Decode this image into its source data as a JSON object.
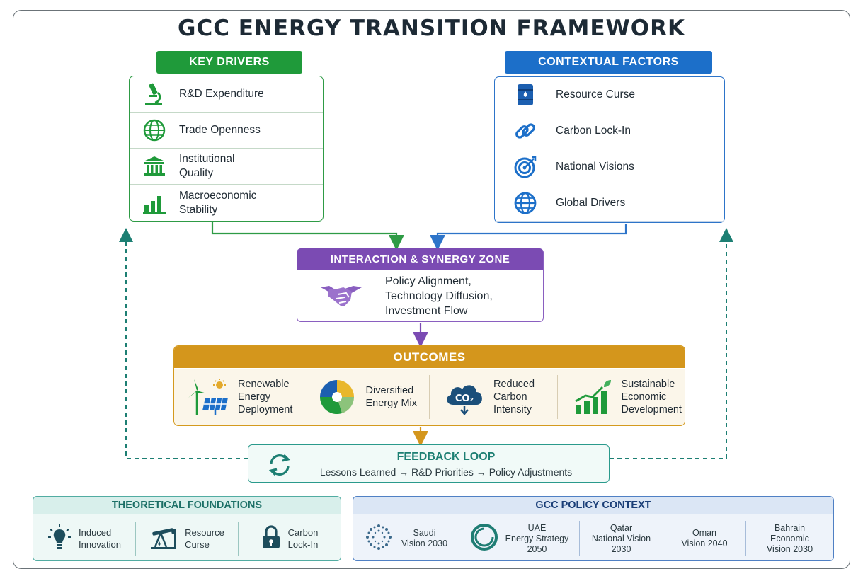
{
  "title": "GCC ENERGY TRANSITION FRAMEWORK",
  "key_drivers": {
    "header": "KEY DRIVERS",
    "items": [
      {
        "label": "R&D Expenditure",
        "icon": "microscope-icon"
      },
      {
        "label": "Trade Openness",
        "icon": "globe-icon"
      },
      {
        "label": "Institutional Quality",
        "icon": "institution-icon"
      },
      {
        "label": "Macroeconomic Stability",
        "icon": "bar-chart-icon"
      }
    ]
  },
  "contextual_factors": {
    "header": "CONTEXTUAL FACTORS",
    "items": [
      {
        "label": "Resource Curse",
        "icon": "oil-barrel-icon"
      },
      {
        "label": "Carbon Lock-In",
        "icon": "chain-link-icon"
      },
      {
        "label": "National Visions",
        "icon": "target-icon"
      },
      {
        "label": "Global Drivers",
        "icon": "globe-icon"
      }
    ]
  },
  "synergy": {
    "header": "INTERACTION & SYNERGY ZONE",
    "line1": "Policy Alignment,",
    "line2": "Technology Diffusion,",
    "line3": "Investment Flow",
    "icon": "handshake-icon"
  },
  "outcomes": {
    "header": "OUTCOMES",
    "items": [
      {
        "l1": "Renewable",
        "l2": "Energy",
        "l3": "Deployment",
        "icon": "renewables-icon"
      },
      {
        "l1": "Diversified",
        "l2": "Energy Mix",
        "l3": "",
        "icon": "pie-chart-icon"
      },
      {
        "l1": "Reduced",
        "l2": "Carbon",
        "l3": "Intensity",
        "icon": "co2-cloud-icon"
      },
      {
        "l1": "Sustainable",
        "l2": "Economic",
        "l3": "Development",
        "icon": "growth-chart-icon"
      }
    ]
  },
  "feedback": {
    "title": "FEEDBACK LOOP",
    "text": "Lessons Learned → R&D Priorities → Policy Adjustments",
    "icon": "refresh-cycle-icon"
  },
  "theoretical_foundations": {
    "header": "THEORETICAL FOUNDATIONS",
    "items": [
      {
        "l1": "Induced",
        "l2": "Innovation",
        "icon": "lightbulb-icon"
      },
      {
        "l1": "Resource",
        "l2": "Curse",
        "icon": "oil-pump-icon"
      },
      {
        "l1": "Carbon",
        "l2": "Lock-In",
        "icon": "padlock-icon"
      }
    ]
  },
  "gcc_policy_context": {
    "header": "GCC POLICY CONTEXT",
    "items": [
      {
        "l1": "Saudi",
        "l2": "Vision 2030",
        "l3": "",
        "icon": "saudi-vision-logo-icon"
      },
      {
        "l1": "UAE",
        "l2": "Energy Strategy",
        "l3": "2050",
        "icon": "uae-strategy-logo-icon"
      },
      {
        "l1": "Qatar",
        "l2": "National Vision",
        "l3": "2030",
        "icon": ""
      },
      {
        "l1": "Oman",
        "l2": "Vision 2040",
        "l3": "",
        "icon": ""
      },
      {
        "l1": "Bahrain",
        "l2": "Economic",
        "l3": "Vision 2030",
        "icon": ""
      }
    ]
  },
  "colors": {
    "green": "#1f9a3a",
    "blue": "#1c6fc9",
    "purple": "#7b4bb3",
    "gold": "#d4961c",
    "teal": "#2a9a8c"
  }
}
